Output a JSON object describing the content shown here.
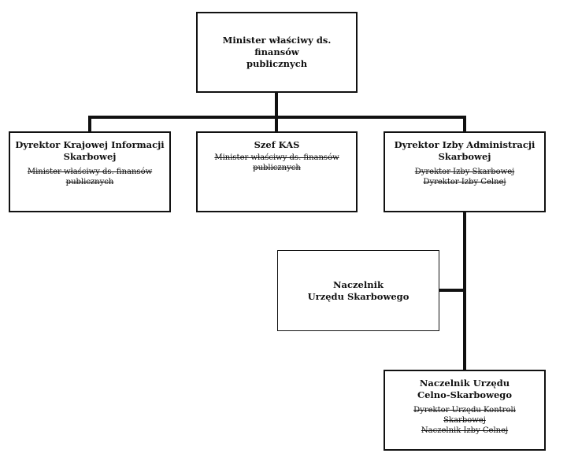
{
  "minister": {
    "title": "Minister właściwy ds. finansów\npublicznych"
  },
  "dyrektor_kis": {
    "title": "Dyrektor Krajowej Informacji\nSkarbowej",
    "old": "Minister właściwy ds. finansów\npublicznych"
  },
  "szef_kas": {
    "title": "Szef KAS",
    "old": "Minister właściwy ds. finansów\npublicznych"
  },
  "dyrektor_ias": {
    "title": "Dyrektor Izby Administracji\nSkarbowej",
    "old": "Dyrektor Izby Skarbowej\nDyrektor Izby Celnej"
  },
  "naczelnik_us": {
    "title": "Naczelnik\nUrzędu Skarbowego"
  },
  "naczelnik_ucs": {
    "title": "Naczelnik Urzędu\nCelno-Skarbowego",
    "old": "Dyrektor Urzędu Kontroli\nSkarbowej\nNaczelnik Izby Celnej"
  }
}
